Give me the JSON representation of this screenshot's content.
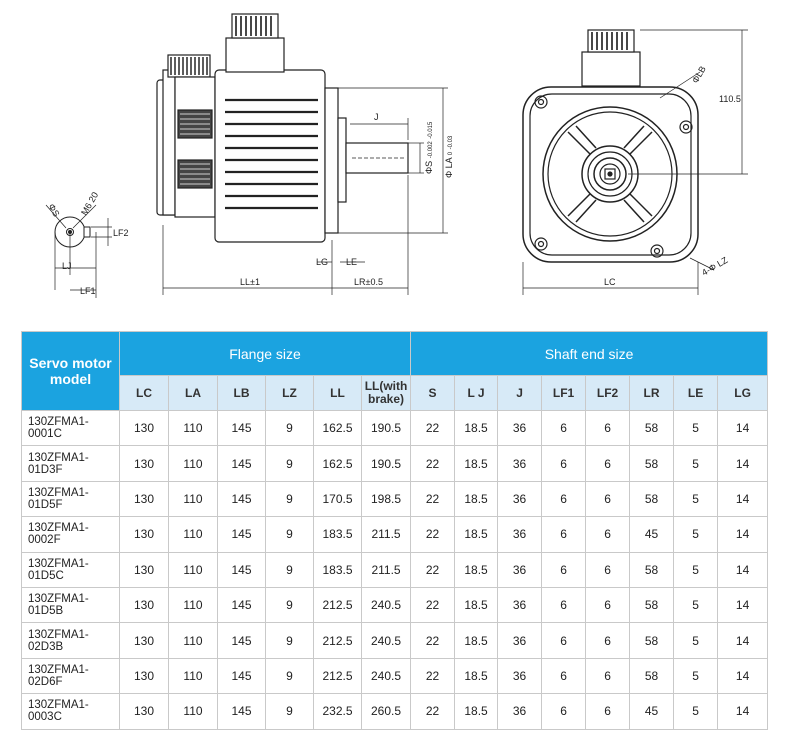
{
  "drawing": {
    "side_labels": {
      "j": "J",
      "s_tol": "ΦS",
      "s_tol_sup": "-0.002",
      "s_tol_sub": "-0.015",
      "la_tol": "Φ LA",
      "la_tol_sup": "0",
      "la_tol_sub": "-0.03",
      "lg": "LG",
      "le": "LE",
      "ll": "LL±1",
      "lr": "LR±0.5"
    },
    "end_labels": {
      "s": "ΦS",
      "m6": "M6 20",
      "lf2": "LF2",
      "lj": "LJ",
      "lf1": "LF1"
    },
    "front_labels": {
      "lb": "ΦLB",
      "h110": "110.5",
      "lz": "4-Φ LZ",
      "lc": "LC"
    }
  },
  "table": {
    "model_header": "Servo motor model",
    "group_flange": "Flange size",
    "group_shaft": "Shaft end size",
    "flange_columns": [
      "LC",
      "LA",
      "LB",
      "LZ",
      "LL",
      "LL(with brake)"
    ],
    "shaft_columns": [
      "S",
      "L J",
      "J",
      "LF1",
      "LF2",
      "LR",
      "LE",
      "LG"
    ],
    "rows": [
      [
        "130ZFMA1-0001C",
        "130",
        "110",
        "145",
        "9",
        "162.5",
        "190.5",
        "22",
        "18.5",
        "36",
        "6",
        "6",
        "58",
        "5",
        "14"
      ],
      [
        "130ZFMA1-01D3F",
        "130",
        "110",
        "145",
        "9",
        "162.5",
        "190.5",
        "22",
        "18.5",
        "36",
        "6",
        "6",
        "58",
        "5",
        "14"
      ],
      [
        "130ZFMA1-01D5F",
        "130",
        "110",
        "145",
        "9",
        "170.5",
        "198.5",
        "22",
        "18.5",
        "36",
        "6",
        "6",
        "58",
        "5",
        "14"
      ],
      [
        "130ZFMA1-0002F",
        "130",
        "110",
        "145",
        "9",
        "183.5",
        "211.5",
        "22",
        "18.5",
        "36",
        "6",
        "6",
        "45",
        "5",
        "14"
      ],
      [
        "130ZFMA1-01D5C",
        "130",
        "110",
        "145",
        "9",
        "183.5",
        "211.5",
        "22",
        "18.5",
        "36",
        "6",
        "6",
        "58",
        "5",
        "14"
      ],
      [
        "130ZFMA1-01D5B",
        "130",
        "110",
        "145",
        "9",
        "212.5",
        "240.5",
        "22",
        "18.5",
        "36",
        "6",
        "6",
        "58",
        "5",
        "14"
      ],
      [
        "130ZFMA1-02D3B",
        "130",
        "110",
        "145",
        "9",
        "212.5",
        "240.5",
        "22",
        "18.5",
        "36",
        "6",
        "6",
        "58",
        "5",
        "14"
      ],
      [
        "130ZFMA1-02D6F",
        "130",
        "110",
        "145",
        "9",
        "212.5",
        "240.5",
        "22",
        "18.5",
        "36",
        "6",
        "6",
        "58",
        "5",
        "14"
      ],
      [
        "130ZFMA1-0003C",
        "130",
        "110",
        "145",
        "9",
        "232.5",
        "260.5",
        "22",
        "18.5",
        "36",
        "6",
        "6",
        "45",
        "5",
        "14"
      ]
    ]
  },
  "colors": {
    "header_blue": "#1ba3e0",
    "subheader_blue": "#d7eaf7",
    "line": "#222222"
  }
}
